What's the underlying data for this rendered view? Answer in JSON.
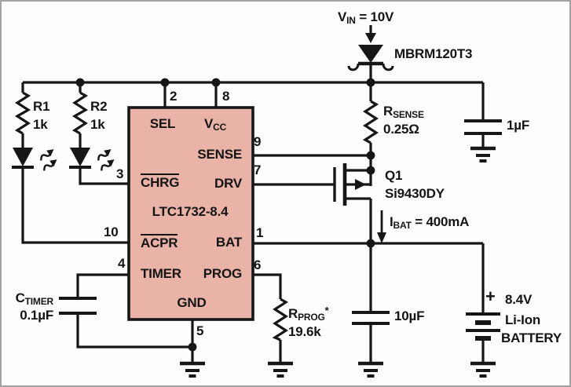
{
  "schematic": {
    "supply": {
      "v_sym": "V",
      "v_sub": "IN",
      "v_eq": " = 10V"
    },
    "diode": {
      "part": "MBRM120T3"
    },
    "ic": {
      "part": "LTC1732-8.4",
      "pin_sel": {
        "num": "2",
        "name": "SEL"
      },
      "pin_vcc": {
        "num": "8",
        "name": "V",
        "sub": "CC"
      },
      "pin_sense": {
        "num": "9",
        "name": "SENSE"
      },
      "pin_drv": {
        "num": "7",
        "name": "DRV"
      },
      "pin_chrg": {
        "num": "3",
        "name": "CHRG"
      },
      "pin_acpr": {
        "num": "10",
        "name": "ACPR"
      },
      "pin_bat": {
        "num": "1",
        "name": "BAT"
      },
      "pin_prog": {
        "num": "6",
        "name": "PROG"
      },
      "pin_timer": {
        "num": "4",
        "name": "TIMER"
      },
      "pin_gnd": {
        "num": "5",
        "name": "GND"
      }
    },
    "r1": {
      "ref": "R1",
      "value": "1k"
    },
    "r2": {
      "ref": "R2",
      "value": "1k"
    },
    "rsense": {
      "ref": "R",
      "sub": "SENSE",
      "value": "0.25Ω"
    },
    "rprog": {
      "ref": "R",
      "sub": "PROG",
      "star": "*",
      "value": "19.6k"
    },
    "ctimer": {
      "ref": "C",
      "sub": "TIMER",
      "value": "0.1µF"
    },
    "cap_in": {
      "value": "1µF"
    },
    "cap_out": {
      "value": "10µF"
    },
    "q1": {
      "ref": "Q1",
      "part": "Si9430DY"
    },
    "ibat": {
      "i_sym": "I",
      "i_sub": "BAT",
      "i_eq": " = 400mA"
    },
    "battery": {
      "polarity": "+",
      "voltage": "8.4V",
      "type": "Li-Ion",
      "label": "BATTERY"
    }
  },
  "colors": {
    "wire": "#161616",
    "ic_fill": "#e9b3a7",
    "background": "#fdfdfd",
    "frame_border": "#a3a3a3"
  }
}
